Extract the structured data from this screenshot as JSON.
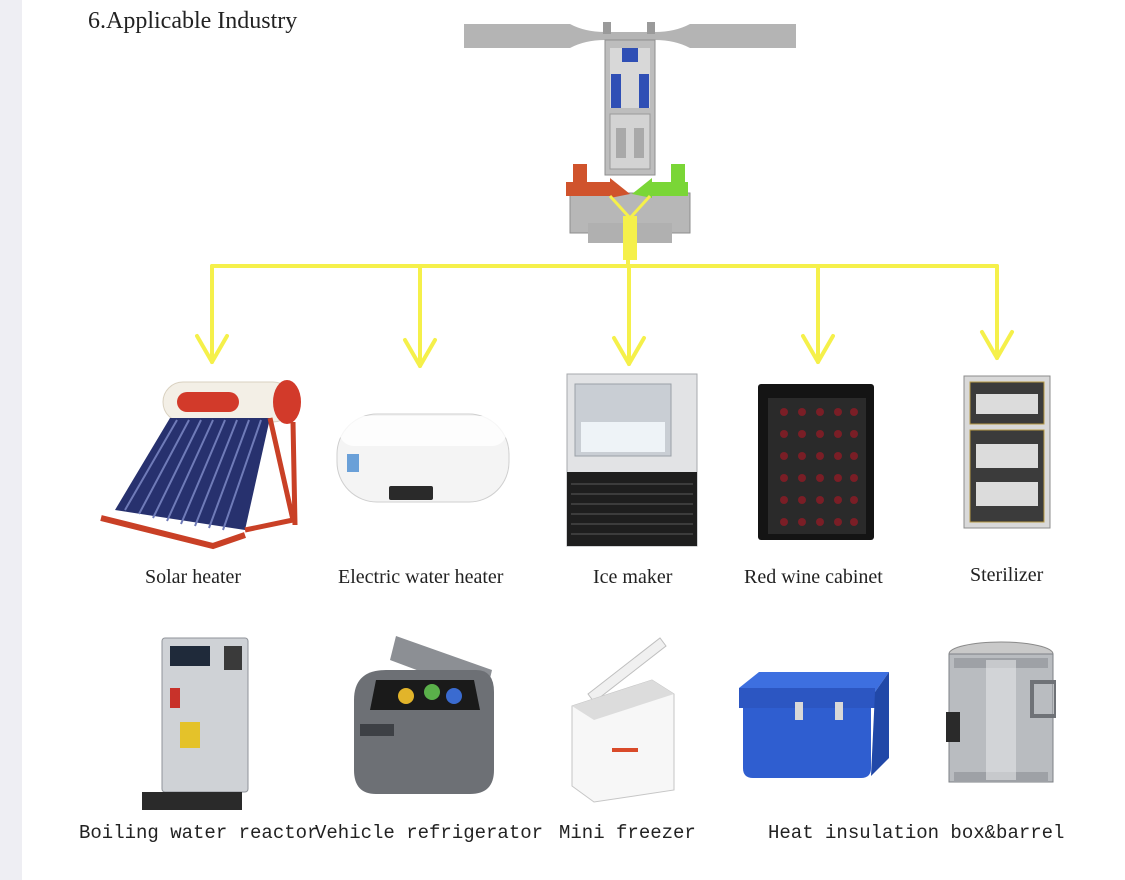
{
  "page": {
    "title": "6.Applicable Industry"
  },
  "colors": {
    "arrow": "#f5f04a",
    "valve_body": "#b9b9b9",
    "valve_blue": "#2f4fb5",
    "valve_hot": "#d0532c",
    "valve_cold": "#7ad636"
  },
  "products_row1": [
    {
      "label": "Solar heater",
      "icon": "solar-heater-icon"
    },
    {
      "label": "Electric water heater",
      "icon": "electric-water-heater-icon"
    },
    {
      "label": "Ice maker",
      "icon": "ice-maker-icon"
    },
    {
      "label": "Red wine cabinet",
      "icon": "wine-cabinet-icon"
    },
    {
      "label": "Sterilizer",
      "icon": "sterilizer-icon"
    }
  ],
  "products_row2": [
    {
      "label": "Boiling water reactor",
      "icon": "boiling-water-reactor-icon"
    },
    {
      "label": "Vehicle refrigerator",
      "icon": "vehicle-refrigerator-icon"
    },
    {
      "label": "Mini freezer",
      "icon": "mini-freezer-icon"
    },
    {
      "label": "Heat insulation box&barrel",
      "icon": "insulation-box-barrel-icon"
    }
  ]
}
